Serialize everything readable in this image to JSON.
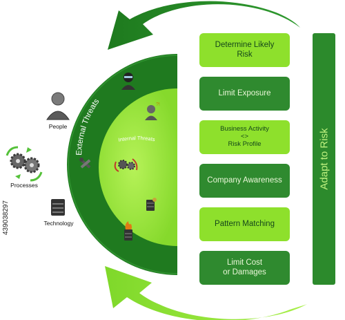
{
  "semicircle": {
    "outer_label": "External Threats",
    "inner_label": "Internal Threats"
  },
  "steps": [
    {
      "line1": "Determine Likely",
      "line2": "Risk",
      "style": "light"
    },
    {
      "line1": "Limit Exposure",
      "line2": "",
      "style": "dark"
    },
    {
      "line1": "Business Activity",
      "line2": "<>",
      "line3": "Risk Profile",
      "style": "light"
    },
    {
      "line1": "Company Awareness",
      "line2": "",
      "style": "dark"
    },
    {
      "line1": "Pattern Matching",
      "line2": "",
      "style": "light"
    },
    {
      "line1": "Limit Cost",
      "line2": "or Damages",
      "style": "dark"
    }
  ],
  "adapt_bar": {
    "label": "Adapt to Risk"
  },
  "left_items": [
    {
      "label": "People",
      "icon": "person-icon"
    },
    {
      "label": "Processes",
      "icon": "gears-icon"
    },
    {
      "label": "Technology",
      "icon": "server-icon"
    }
  ],
  "watermark": "439038297",
  "colors": {
    "dark_green": "#1f7a1f",
    "light_green": "#8ee02c",
    "inner_green": "#9ee83c"
  }
}
